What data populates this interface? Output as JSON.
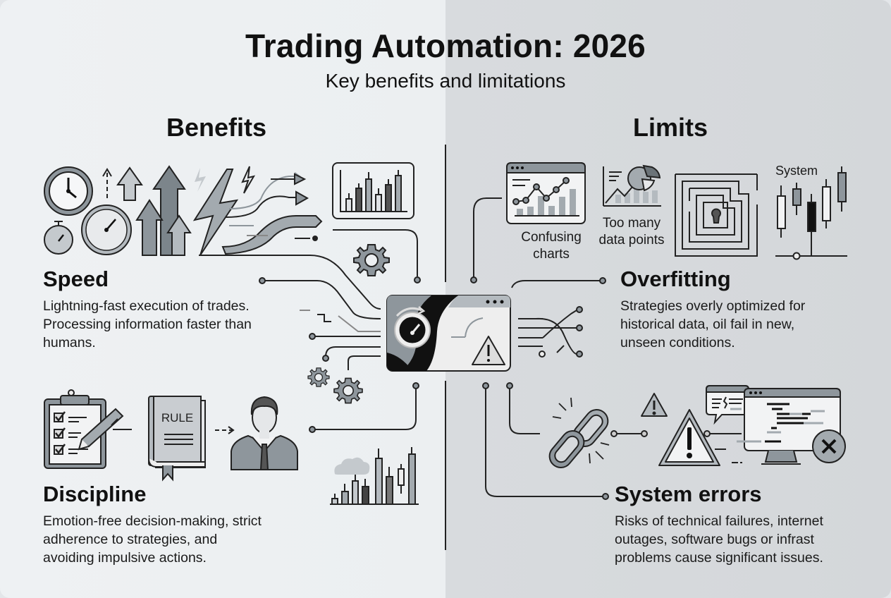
{
  "header": {
    "title": "Trading Automation: 2026",
    "subtitle": "Key benefits and limitations"
  },
  "columns": {
    "benefits": {
      "heading": "Benefits",
      "sections": [
        {
          "title": "Speed",
          "body_lines": [
            "Lightning-fast execution of trades.",
            "Processing information faster than",
            "humans."
          ]
        },
        {
          "title": "Discipline",
          "body_lines": [
            "Emotion-free decision-making, strict",
            "adherence to strategies, and",
            "avoiding impulsive actions."
          ]
        }
      ]
    },
    "limits": {
      "heading": "Limits",
      "sections": [
        {
          "title": "Overfitting",
          "body_lines": [
            "Strategies overly optimized for",
            "historical data, oil fail in new,",
            "unseen conditions."
          ]
        },
        {
          "title": "System errors",
          "body_lines": [
            "Risks of technical failures, internet",
            "outages, software bugs or infrast",
            "problems cause significant issues."
          ]
        }
      ]
    }
  },
  "illustration_labels": {
    "confusing_charts": [
      "Confusing",
      "charts"
    ],
    "too_many_data_points": [
      "Too many",
      "data points"
    ],
    "system": "System",
    "rule_book": "RULE"
  },
  "icons": [
    "clock-icon",
    "stopwatch-icon",
    "gauge-icon",
    "up-arrows-icon",
    "lightning-icon",
    "speed-lines-icon",
    "bar-chart-icon",
    "gear-icon",
    "central-dashboard-icon",
    "warning-icon",
    "checklist-icon",
    "pencil-icon",
    "rule-book-icon",
    "person-icon",
    "candlestick-chart-icon",
    "cloud-icon",
    "browser-chart-icon",
    "pie-chart-icon",
    "maze-lock-icon",
    "broken-link-icon",
    "chat-bubble-icon",
    "monitor-error-icon",
    "close-icon"
  ],
  "colors": {
    "left_bg": "#eceff1",
    "right_bg": "#d6d9dc",
    "ink": "#111111",
    "mid_gray": "#8e969c",
    "light_gray": "#c4c9cd",
    "dark_gray": "#4f565b"
  }
}
